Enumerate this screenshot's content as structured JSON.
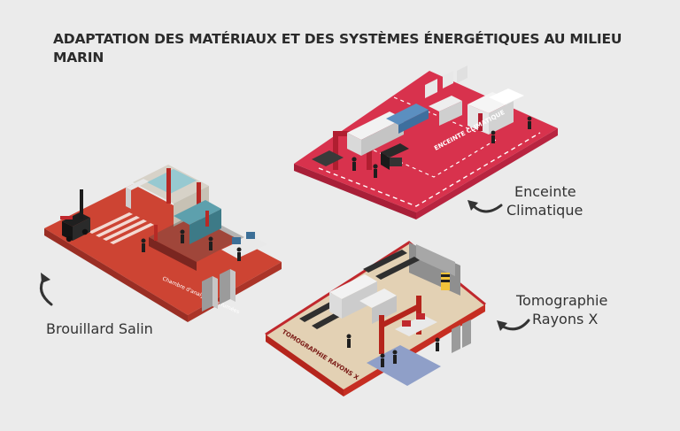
{
  "title": "ADAPTATION DES MATÉRIAUX ET DES SYSTÈMES ÉNERGÉTIQUES AU MILIEU MARIN",
  "labels": {
    "enceinte_line1": "Enceinte",
    "enceinte_line2": "Climatique",
    "tomo_line1": "Tomographie",
    "tomo_line2": "Rayons X",
    "brouillard": "Brouillard Salin"
  },
  "floor_texts": {
    "enceinte": "ENCEINTE CLIMATIQUE",
    "brouillard": "Chambre d'analyse des fumées",
    "tomo": "TOMOGRAPHIE RAYONS X"
  },
  "colors": {
    "floor_pink": "#d8324d",
    "floor_red": "#cd4433",
    "floor_beige": "#e3d1b4",
    "accent_red": "#c0282d",
    "arrow": "#333333"
  },
  "icons": [
    "curved-arrow-icon",
    "forklift-icon",
    "person-icon"
  ]
}
